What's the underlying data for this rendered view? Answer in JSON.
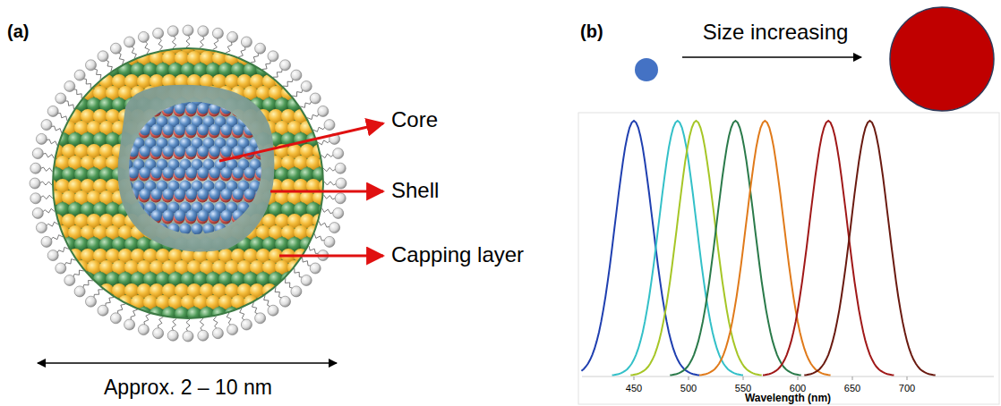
{
  "diagram": {
    "labels": [
      "(a)",
      "Core",
      "Shell",
      "Capping layer",
      "Approx. 2 – 10 nm",
      "(b)",
      "Size increasing",
      "450",
      "500",
      "550",
      "600",
      "650",
      "700",
      "Wavelength (nm)"
    ]
  }
}
